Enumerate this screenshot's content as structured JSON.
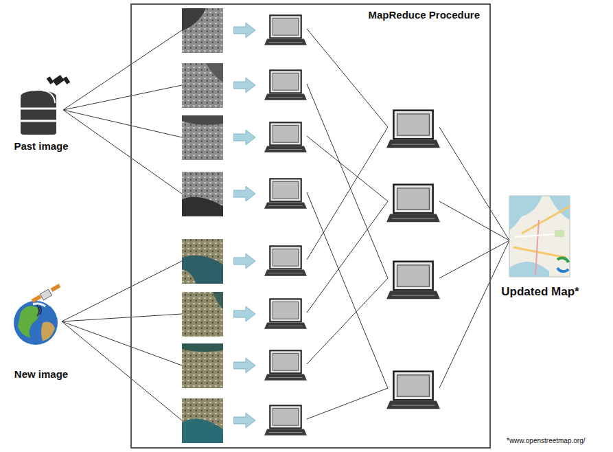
{
  "diagram": {
    "nodes": [
      {
        "text": [
          "MapReduce Procedure"
        ]
      },
      {
        "text": [
          "Past image"
        ]
      },
      {
        "text": [
          "New image"
        ]
      },
      {
        "text": [
          "Updated Map*"
        ]
      }
    ],
    "labels": [
      "*www.openstreetmap.org/"
    ]
  }
}
